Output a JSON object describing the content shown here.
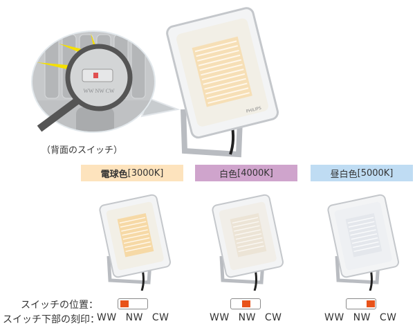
{
  "callout": {
    "caption": "（背面のスイッチ）",
    "switch_engraving": "WW NW CW"
  },
  "hero_product": {
    "brand": "PHILIPS"
  },
  "variants": [
    {
      "name_bold": "電球色",
      "temp": "[3000K]",
      "bg": "#fde3bd",
      "led_color": "#f6d9a6",
      "switch_position": "left"
    },
    {
      "name_bold": "",
      "name": "白色",
      "temp": "[4000K]",
      "bg": "#cfa4cc",
      "led_color": "#f3ece0",
      "switch_position": "center"
    },
    {
      "name_bold": "",
      "name": "昼白色",
      "temp": "[5000K]",
      "bg": "#bfdcf3",
      "led_color": "#f0f2f6",
      "switch_position": "right"
    }
  ],
  "legend": {
    "switch_position_label": "スイッチの位置：",
    "engraving_label": "スイッチ下部の刻印：",
    "engraving": "WW  NW  CW"
  },
  "colors": {
    "switch_knob": "#e8531a",
    "bracket": "#b9bcc1"
  }
}
